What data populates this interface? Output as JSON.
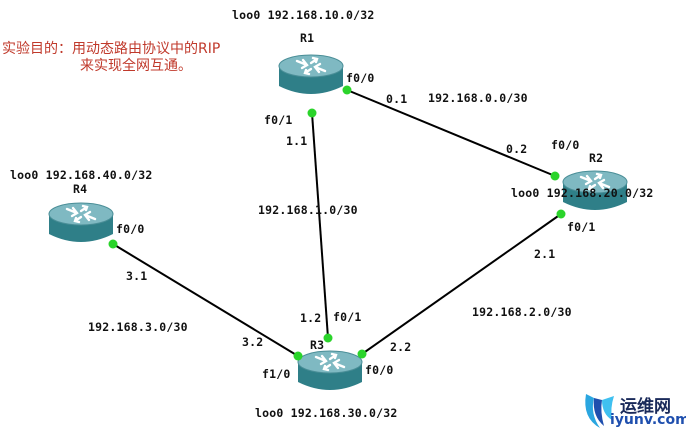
{
  "note": {
    "line1": "实验目的：用动态路由协议中的RIP",
    "line2": "来实现全网互通。"
  },
  "routers": {
    "r1": {
      "name": "R1",
      "loopback": "loo0 192.168.10.0/32"
    },
    "r2": {
      "name": "R2",
      "loopback": "loo0 192.168.20.0/32"
    },
    "r3": {
      "name": "R3",
      "loopback": "loo0 192.168.30.0/32"
    },
    "r4": {
      "name": "R4",
      "loopback": "loo0 192.168.40.0/32"
    }
  },
  "links": {
    "r1_r2": {
      "network": "192.168.0.0/30",
      "r1_intf": "f0/0",
      "r1_ip": "0.1",
      "r2_intf": "f0/0",
      "r2_ip": "0.2"
    },
    "r1_r3": {
      "network": "192.168.1.0/30",
      "r1_intf": "f0/1",
      "r1_ip": "1.1",
      "r3_intf": "f0/1",
      "r3_ip": "1.2"
    },
    "r2_r3": {
      "network": "192.168.2.0/30",
      "r2_intf": "f0/1",
      "r2_ip": "2.1",
      "r3_intf": "f0/0",
      "r3_ip": "2.2"
    },
    "r4_r3": {
      "network": "192.168.3.0/30",
      "r4_intf": "f0/0",
      "r4_ip": "3.1",
      "r3_intf": "f1/0",
      "r3_ip": "3.2"
    }
  },
  "watermark": {
    "brand": "运维网",
    "domain": "iyunv.com"
  },
  "colors": {
    "link_line": "#000000",
    "port_dot": "#2bd42b",
    "router_body": "#2f7f88",
    "router_top": "#7fb9c2",
    "note_text": "#c0392b"
  }
}
